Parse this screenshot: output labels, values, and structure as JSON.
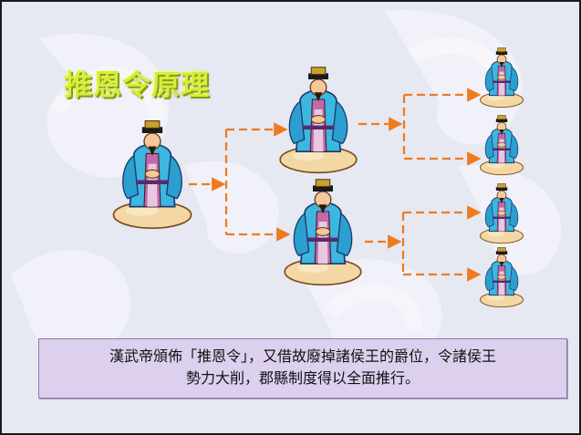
{
  "title": "推恩令原理",
  "caption": {
    "line1": "漢武帝頒佈「推恩令」，又借故廢掉諸侯王的爵位，令諸侯王",
    "line2": "勢力大削，郡縣制度得以全面推行。"
  },
  "colors": {
    "arrow": "#f07a1e",
    "robe": "#3db6e0",
    "background": "#e6e8f2",
    "caption_bg": "#dcd0ee",
    "title": "#d6ee3a"
  }
}
